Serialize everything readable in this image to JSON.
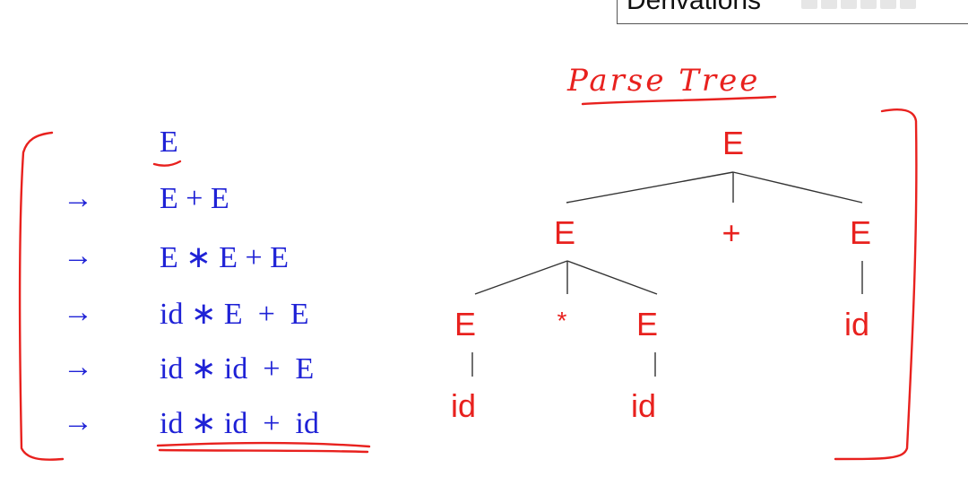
{
  "header": {
    "title": "Derivations"
  },
  "annotation": {
    "title": "Parse Tree"
  },
  "derivation": {
    "start": "E",
    "steps": [
      {
        "arrow": "→",
        "text": "E + E"
      },
      {
        "arrow": "→",
        "text": "E ∗ E + E"
      },
      {
        "arrow": "→",
        "text": "id ∗ E  +  E"
      },
      {
        "arrow": "→",
        "text": "id ∗ id  +  E"
      },
      {
        "arrow": "→",
        "text": "id ∗ id  +  id"
      }
    ]
  },
  "parse_tree": {
    "root": "E",
    "level1": [
      "E",
      "+",
      "E"
    ],
    "level2": [
      "E",
      "*",
      "E",
      "id"
    ],
    "level3": [
      "id",
      "id"
    ]
  },
  "colors": {
    "derivation": "#1f22d6",
    "tree": "#e8211e",
    "lines": "#333333"
  }
}
